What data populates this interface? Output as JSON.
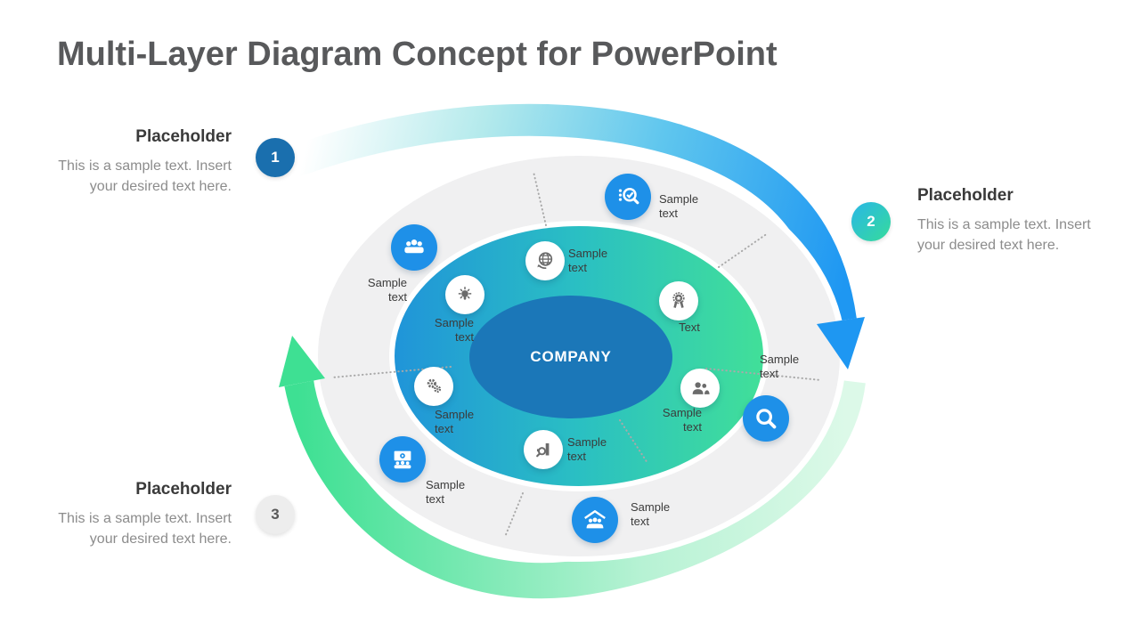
{
  "title": "Multi-Layer Diagram Concept for PowerPoint",
  "diagram": {
    "center_label": "COMPANY",
    "inner_items": [
      {
        "icon": "globe-icon",
        "label": "Sample text"
      },
      {
        "icon": "lightbulb-icon",
        "label": "Sample text"
      },
      {
        "icon": "award-icon",
        "label": "Text"
      },
      {
        "icon": "people-pair-icon",
        "label": "Sample text"
      },
      {
        "icon": "gears-icon",
        "label": "Sample text"
      },
      {
        "icon": "chart-magnifier-icon",
        "label": "Sample text"
      }
    ],
    "outer_items": [
      {
        "icon": "team-icon",
        "label": "Sample text"
      },
      {
        "icon": "magnifier-check-icon",
        "label": "Sample text"
      },
      {
        "icon": "video-presentation-icon",
        "label": "Sample text"
      },
      {
        "icon": "community-icon",
        "label": "Sample text"
      },
      {
        "icon": "magnifier-icon",
        "label": "Sample text"
      }
    ]
  },
  "placeholders": [
    {
      "number": "1",
      "heading": "Placeholder",
      "body": "This is a sample text. Insert your desired text here."
    },
    {
      "number": "2",
      "heading": "Placeholder",
      "body": "This is a sample text. Insert your desired text here."
    },
    {
      "number": "3",
      "heading": "Placeholder",
      "body": "This is a sample text. Insert your desired text here."
    }
  ],
  "colors": {
    "accent_blue": "#1e90e8",
    "center_ellipse_blue": "#1b77b8",
    "arrow_blue": "#1e97f2",
    "arrow_green": "#3ee093",
    "inner_ring_gradient_start": "#2094d9",
    "inner_ring_gradient_end": "#41df99",
    "outer_ring_gray": "#f0f0f1"
  }
}
